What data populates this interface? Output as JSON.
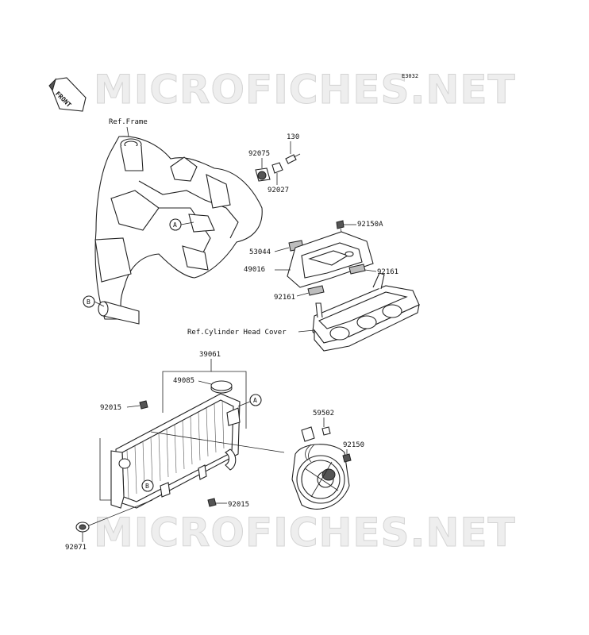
{
  "diagram_code": "E3032",
  "front_indicator": "FRONT",
  "watermark": "MICROFICHES.NET",
  "references": {
    "frame": "Ref.Frame",
    "cylinder_head_cover": "Ref.Cylinder Head Cover"
  },
  "callouts": {
    "a": "A",
    "b": "B"
  },
  "part_numbers": {
    "p130": "130",
    "p92075": "92075",
    "p92027": "92027",
    "p92150A": "92150A",
    "p53044": "53044",
    "p49016": "49016",
    "p92161_right": "92161",
    "p92161_left": "92161",
    "p39061": "39061",
    "p49085": "49085",
    "p92015_top": "92015",
    "p59502": "59502",
    "p92150": "92150",
    "p92015_bottom": "92015",
    "p92071": "92071"
  }
}
